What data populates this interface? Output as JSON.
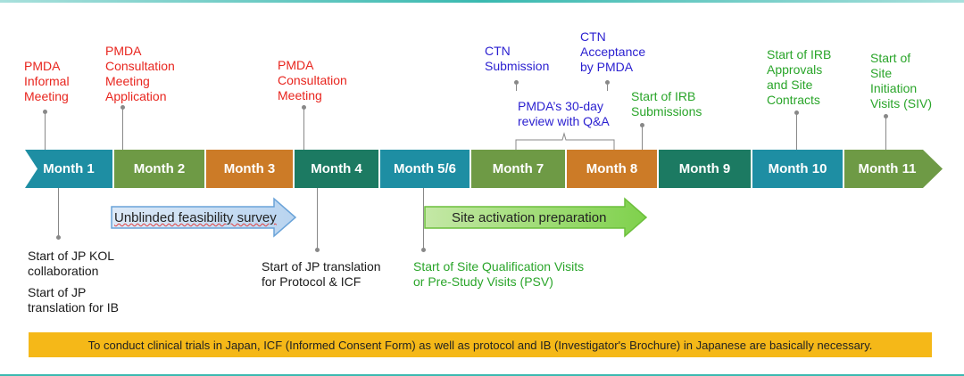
{
  "timeline": {
    "months": [
      {
        "label": "Month 1",
        "color": "#1e8ea3"
      },
      {
        "label": "Month 2",
        "color": "#6e9a45"
      },
      {
        "label": "Month 3",
        "color": "#cc7b27"
      },
      {
        "label": "Month 4",
        "color": "#1c7a62"
      },
      {
        "label": "Month 5/6",
        "color": "#1e8ea3"
      },
      {
        "label": "Month 7",
        "color": "#6e9a45"
      },
      {
        "label": "Month 8",
        "color": "#cc7b27"
      },
      {
        "label": "Month 9",
        "color": "#1c7a62"
      },
      {
        "label": "Month 10",
        "color": "#1e8ea3"
      },
      {
        "label": "Month 11",
        "color": "#6e9a45"
      }
    ]
  },
  "milestones_above": {
    "pmda_informal": "PMDA\nInformal\nMeeting",
    "pmda_consult_app": "PMDA\nConsultation\nMeeting\nApplication",
    "pmda_consult": "PMDA\nConsultation\nMeeting",
    "ctn_submission": "CTN\nSubmission",
    "ctn_acceptance": "CTN\nAcceptance\nby PMDA",
    "review": "PMDA’s 30-day\nreview with Q&A",
    "irb_submissions": "Start of IRB\nSubmissions",
    "irb_approvals": "Start of IRB\nApprovals\nand Site\nContracts",
    "siv": "Start of\nSite\nInitiation\nVisits (SIV)"
  },
  "milestones_below": {
    "kol": "Start of JP KOL\ncollaboration",
    "ib": "Start of JP\ntranslation for IB",
    "protocol_icf": "Start of JP translation\n for Protocol & ICF",
    "psv": "Start of Site Qualification Visits\nor Pre-Study Visits (PSV)"
  },
  "activities": {
    "feasibility": "Unblinded feasibility survey",
    "site_activation": "Site activation preparation"
  },
  "banner": "To conduct clinical trials in Japan, ICF (Informed Consent Form) as well as protocol and IB (Investigator's Brochure) in Japanese are basically necessary."
}
